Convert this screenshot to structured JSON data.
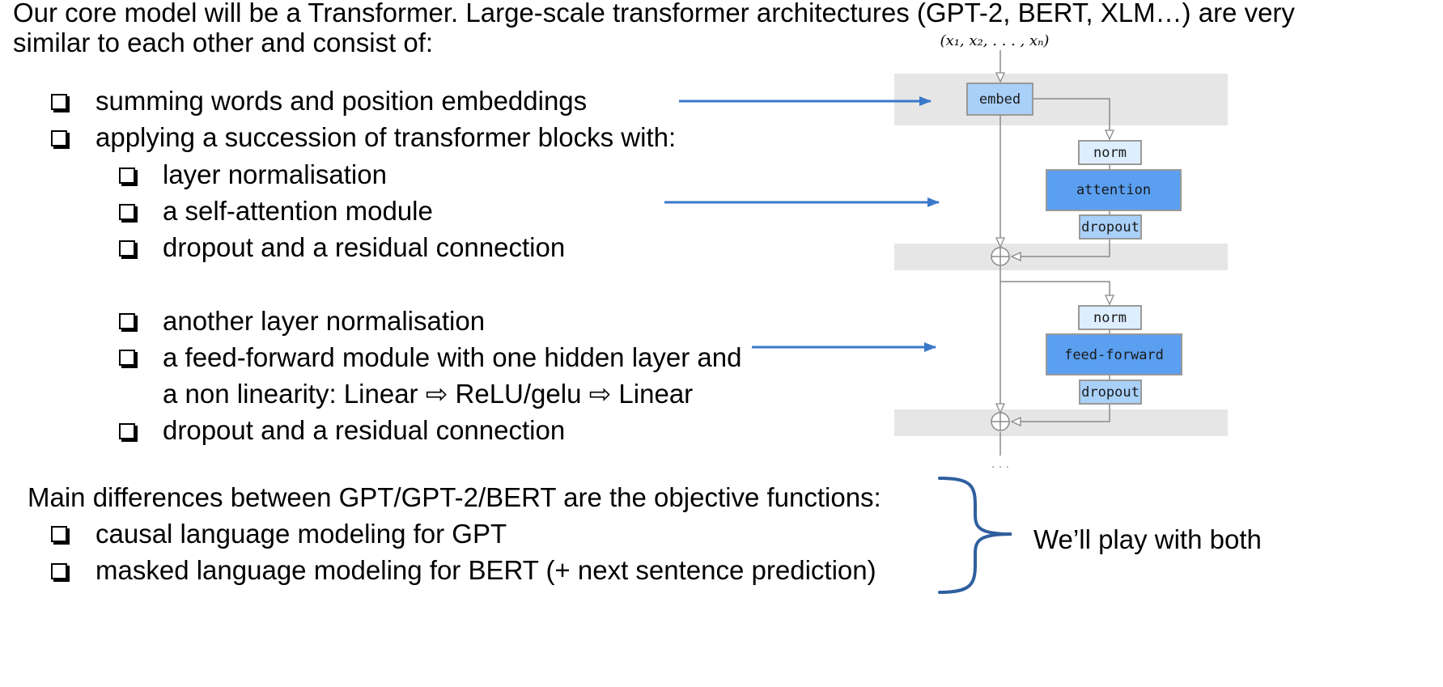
{
  "intro": {
    "line1": "Our core model will be a Transformer. Large-scale transformer architectures (GPT-2, BERT, XLM…) are very",
    "line2": "similar to each other and consist of:"
  },
  "items": [
    "summing words and position embeddings",
    "applying a succession of transformer blocks with:",
    "layer normalisation",
    "a self-attention module",
    "dropout and a residual connection",
    "another layer normalisation",
    "a feed-forward module with one hidden layer and",
    "a non linearity: Linear ⇨ ReLU/gelu ⇨ Linear",
    "dropout and a residual connection"
  ],
  "differences": {
    "heading": "Main differences between GPT/GPT-2/BERT are the objective functions:",
    "items": [
      "causal language modeling for GPT",
      "masked language modeling for BERT (+ next sentence prediction)"
    ]
  },
  "brace_note": "We’ll play with both",
  "diagram": {
    "input_label": "(x₁, x₂, . . . , xₙ)",
    "nodes": {
      "embed": "embed",
      "norm1": "norm",
      "attention": "attention",
      "dropout1": "dropout",
      "norm2": "norm",
      "feed_forward": "feed-forward",
      "dropout2": "dropout"
    },
    "ellipsis": "· · ·"
  },
  "colors": {
    "arrow": "#3a78c9",
    "brace": "#2f5f9e",
    "band": "#e6e6e6",
    "node_light": "#ddeeff",
    "node_mid": "#a9d0f8",
    "node_dark": "#5a9ff0",
    "node_border": "#999999",
    "flow_line": "#8a8a8a"
  }
}
